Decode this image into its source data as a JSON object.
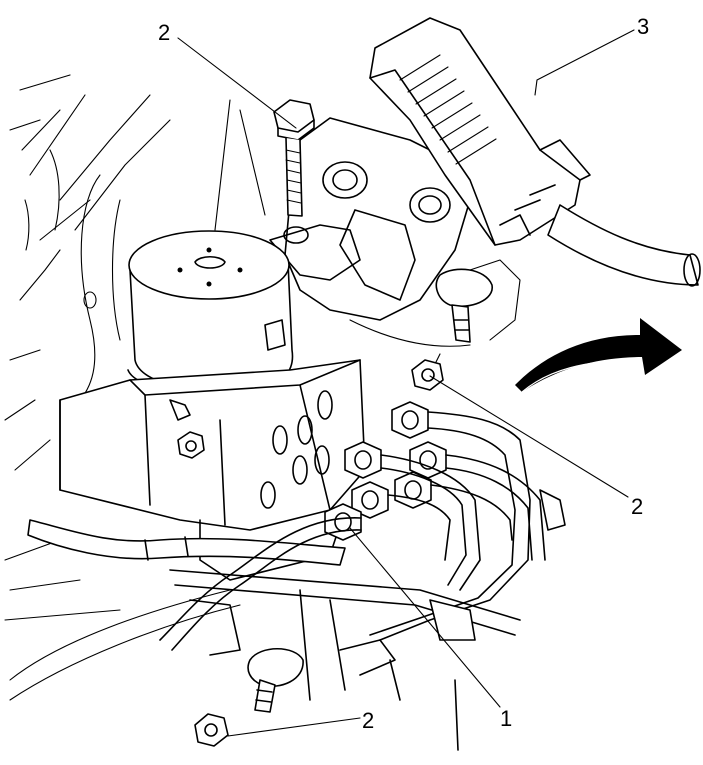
{
  "callouts": [
    {
      "id": "bolt-top",
      "label": "2"
    },
    {
      "id": "connector",
      "label": "3"
    },
    {
      "id": "nut-right",
      "label": "2"
    },
    {
      "id": "brake-pipe-fittings",
      "label": "1"
    },
    {
      "id": "nut-bottom",
      "label": "2"
    }
  ]
}
